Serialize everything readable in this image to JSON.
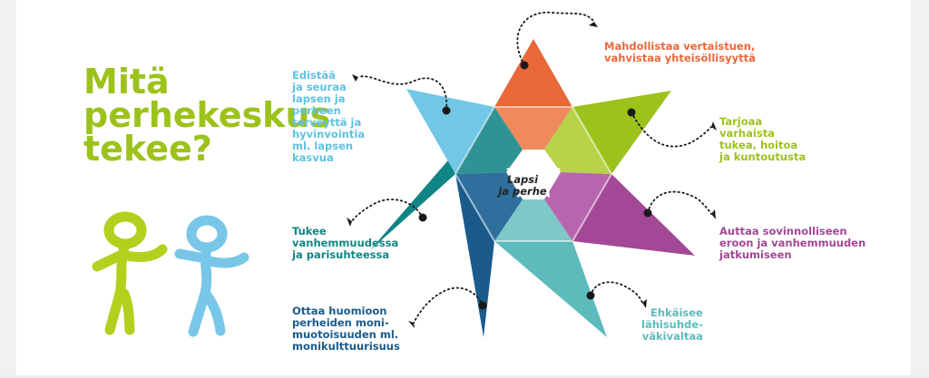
{
  "title": "Mitä perhekeskus tekee?",
  "center": "Lapsi ja perhe",
  "items": [
    {
      "text": "Mahdollistaa vertaistuen,\nvahvistaa yhteisöllisyyttä",
      "color": "#e8683a"
    },
    {
      "text": "Edistää\nja seuraa\nlapsen ja\nperheen\nterveyttä ja\nhyvinvointia\nml. lapsen\nkasvua",
      "color": "#5fc2e3"
    },
    {
      "text": "Tarjoaa\nvarhaista\ntukea, hoitoa\nja kuntoutusta",
      "color": "#9cc21b"
    },
    {
      "text": "Auttaa sovinnolliseen\neroon ja vanhemmuuden\njatkumiseen",
      "color": "#a24896"
    },
    {
      "text": "Tukee\nvanhemmuudessa\nja parisuhteessa",
      "color": "#118585"
    },
    {
      "text": "Ehkäisee\nlähisuhde-\nväkivaltaa",
      "color": "#5dbbbb"
    },
    {
      "text": "Ottaa huomioon\nperheiden moni-\nmuotoisuuden ml.\nmonikulttuurisuus",
      "color": "#1a5b8c"
    }
  ],
  "figure_colors": [
    "#b5cf1f",
    "#78c6e8"
  ]
}
